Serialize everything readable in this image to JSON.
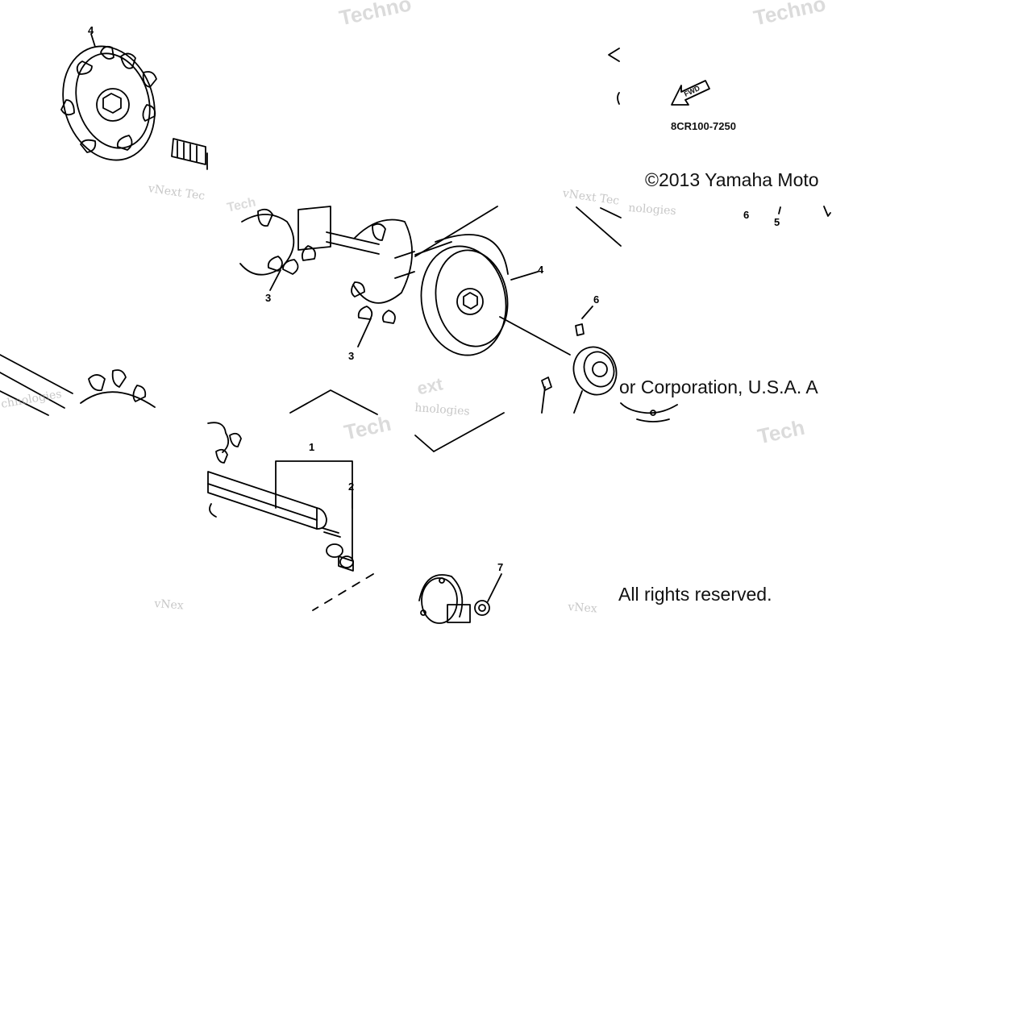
{
  "diagram": {
    "part_code": "8CR100-7250",
    "fwd_label": "FWD",
    "copyright_line1": "©2013 Yamaha Moto",
    "copyright_line2": "or Corporation, U.S.A. A",
    "copyright_line3": "All rights reserved.",
    "callouts": {
      "c1": "1",
      "c2": "2",
      "c3a": "3",
      "c3b": "3",
      "c4a": "4",
      "c4b": "4",
      "c5": "5",
      "c6a": "6",
      "c6b": "6",
      "c7": "7"
    }
  },
  "watermarks": {
    "w1": "Techno",
    "w2": "Techno",
    "w3": "vNext Tec",
    "w4": "vNext Tec",
    "w5": "chnologies",
    "w6": "ext",
    "w7": "Tech",
    "w8": "Tech",
    "w9": "vNex",
    "w10": "vNex",
    "w11": "hnologies",
    "w12": "nologies",
    "w13": "Tech"
  },
  "colors": {
    "ink": "#000000",
    "watermark": "#c4c4c4",
    "background": "#ffffff"
  }
}
